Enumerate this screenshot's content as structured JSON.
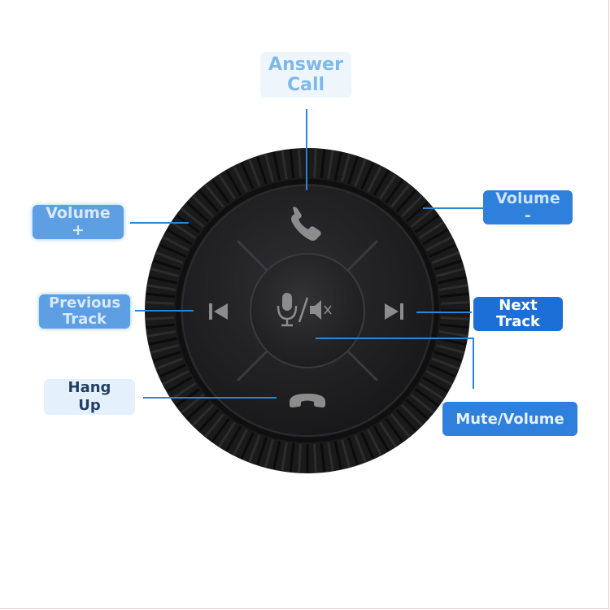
{
  "labels": {
    "answer_call": "Answer\nCall",
    "volume_plus": "Volume\n+",
    "volume_minus": "Volume\n-",
    "previous_track": "Previous\nTrack",
    "next_track": "Next\nTrack",
    "hang_up": "Hang\nUp",
    "mute_volume": "Mute/Volume"
  },
  "icons": {
    "answer": "phone-answer-icon",
    "hangup": "phone-hangup-icon",
    "previous": "skip-previous-icon",
    "next": "skip-next-icon",
    "center": "mic-mute-icon"
  },
  "colors": {
    "label_blue": "#2f7fdc",
    "label_light": "#5e9fe3",
    "leader_line": "#2a86d9",
    "button_body": "#1e1e20",
    "icon_grey": "#8c8c8c"
  }
}
